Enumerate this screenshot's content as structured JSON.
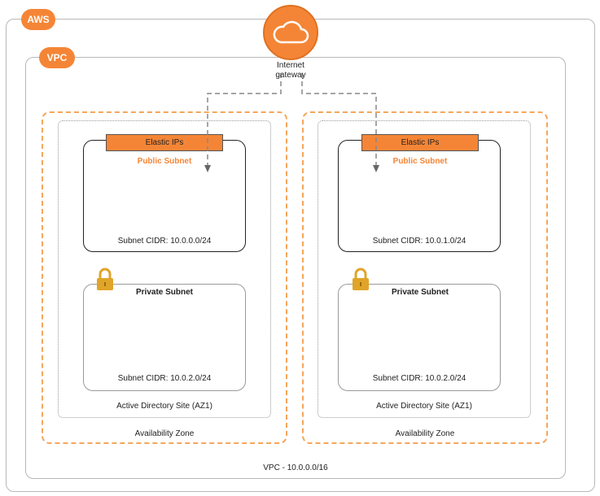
{
  "badges": {
    "aws": "AWS",
    "vpc": "VPC"
  },
  "gateway": {
    "line1": "Internet",
    "line2": "gateway"
  },
  "zones": [
    {
      "elastic_ips": "Elastic IPs",
      "public_subnet": {
        "title": "Public Subnet",
        "cidr": "Subnet CIDR: 10.0.0.0/24"
      },
      "private_subnet": {
        "title": "Private Subnet",
        "cidr": "Subnet CIDR: 10.0.2.0/24"
      },
      "ad_site": "Active Directory Site (AZ1)",
      "az_label": "Availability Zone"
    },
    {
      "elastic_ips": "Elastic IPs",
      "public_subnet": {
        "title": "Public Subnet",
        "cidr": "Subnet CIDR: 10.0.1.0/24"
      },
      "private_subnet": {
        "title": "Private Subnet",
        "cidr": "Subnet CIDR: 10.0.2.0/24"
      },
      "ad_site": "Active Directory Site (AZ1)",
      "az_label": "Availability Zone"
    }
  ],
  "vpc_label": "VPC - 10.0.0.0/16",
  "colors": {
    "accent": "#f58536",
    "lock": "#e0a428"
  },
  "icons": {
    "gateway": "cloud-icon",
    "private": "lock-icon"
  }
}
